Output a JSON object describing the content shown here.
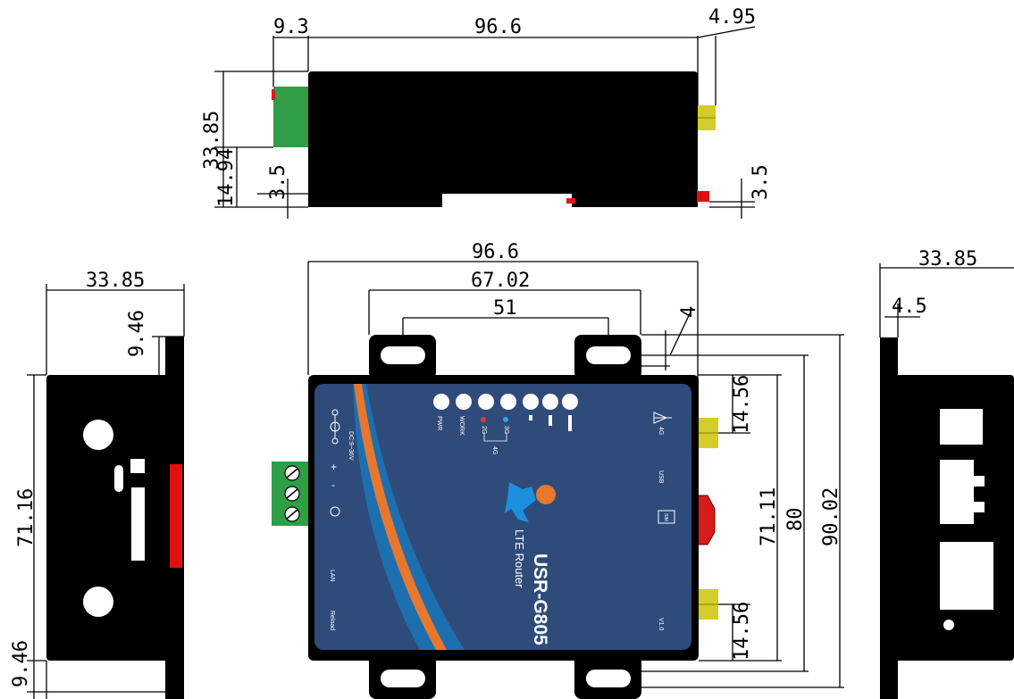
{
  "dimensions": {
    "top_view": {
      "terminal_width": "9.3",
      "body_length": "96.6",
      "antenna_protrusion": "4.95",
      "total_height": "33.85",
      "rail_height": "14.94",
      "rail_offset_left": "3.5",
      "rail_offset_right": "3.5"
    },
    "front_view": {
      "total_width": "96.6",
      "mount_outer": "67.02",
      "mount_inner": "51",
      "mount_offset": "4",
      "antenna_spacing_top": "14.56",
      "antenna_spacing_bottom": "14.56",
      "inner_height": "71.11",
      "body_height": "80",
      "total_height": "90.02"
    },
    "left_view": {
      "width": "33.85",
      "ear_top": "9.46",
      "ear_bottom": "9.46",
      "body_height": "71.16"
    },
    "right_view": {
      "width": "33.85",
      "ear": "4.5"
    }
  },
  "device_panel": {
    "model": "USR-G805",
    "subtitle": "LTE Router",
    "version": "V1.0",
    "power_label": "DC:9~36V",
    "plus_sign": "+",
    "minus_sign": "-",
    "led_pwr": "PWR",
    "led_work": "WORK",
    "led_2g": "2G",
    "led_3g": "3G",
    "led_4g_group": "4G",
    "ant_4g": "4G",
    "usb": "USB",
    "sim": "SIM",
    "lan": "LAN",
    "reload": "Reload"
  },
  "colors": {
    "panel_blue": "#2f4b7a",
    "orange_stripe": "#e8772e",
    "stripe_blue": "#1d6fb0",
    "terminal_green": "#2f9e47",
    "antenna_yellow": "#d4cc2a",
    "usb_red": "#d81b1b",
    "side_red": "#e01010"
  },
  "icons": [
    "usr-logo-icon",
    "antenna-icon",
    "power-polarity-icon",
    "ground-icon",
    "sim-card-icon"
  ]
}
